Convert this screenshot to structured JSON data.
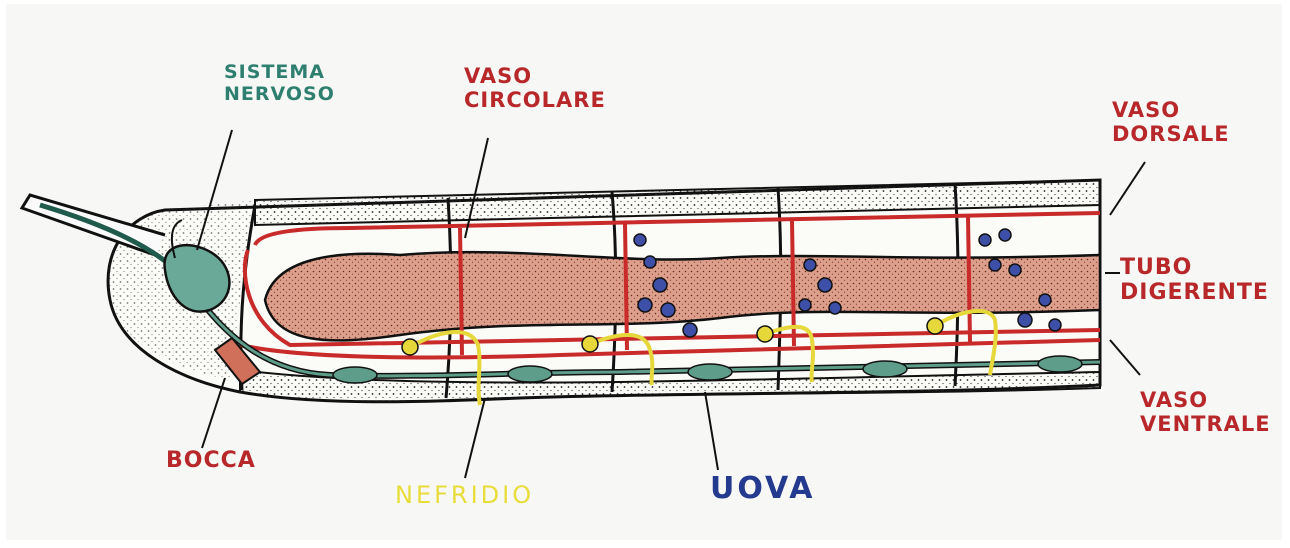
{
  "diagram": {
    "labels": {
      "sistema_nervoso": [
        "SISTEMA",
        "NERVOSO"
      ],
      "vaso_circolare": [
        "VASO",
        "CIRCOLARE"
      ],
      "vaso_dorsale": [
        "VASO",
        "DORSALE"
      ],
      "tubo_digerente": [
        "TUBO",
        "DIGERENTE"
      ],
      "vaso_ventrale": [
        "VASO",
        "VENTRALE"
      ],
      "bocca": "BOCCA",
      "nefridio": "NEFRIDIO",
      "uova": "UOVA"
    },
    "colors": {
      "paper": "#f7f8f5",
      "label_red": "#b8282b",
      "label_teal": "#2f7f70",
      "label_yellow": "#e8dc3a",
      "label_blue": "#243a8f",
      "vessel_red": "#c92a2a",
      "gut_fill": "#d89a86",
      "nerve_green": "#5f9d8b",
      "nephridium_yellow": "#e6d83a",
      "egg_blue": "#3d4fa6",
      "outline": "#151515"
    }
  }
}
